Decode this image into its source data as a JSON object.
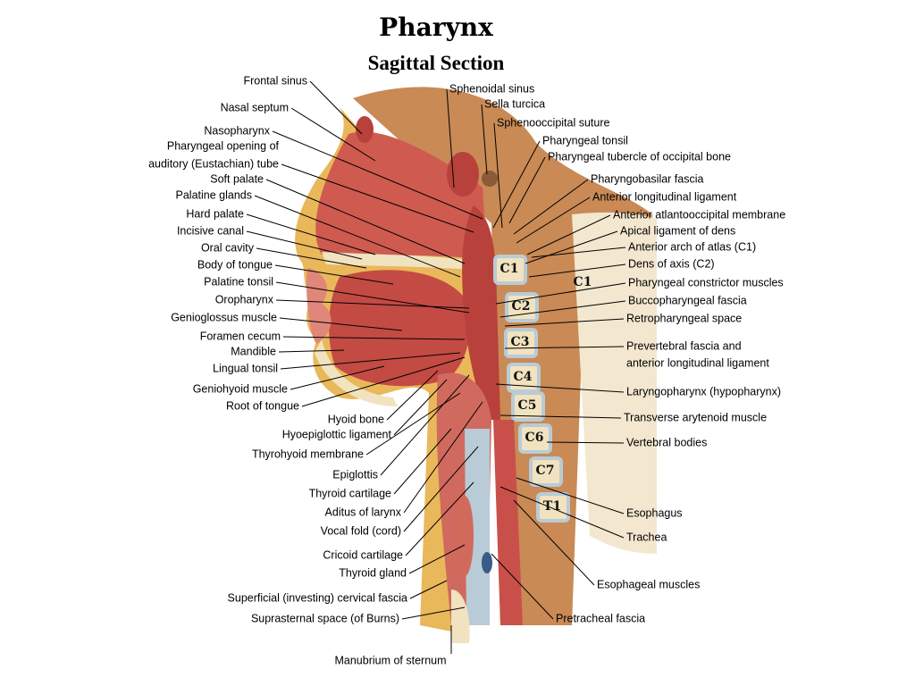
{
  "title": "Pharynx",
  "subtitle": "Sagittal Section",
  "labels_left": [
    "Frontal sinus",
    "Nasal septum",
    "Nasopharynx",
    "Pharyngeal opening of",
    "auditory (Eustachian) tube",
    "Soft palate",
    "Palatine glands",
    "Hard palate",
    "Incisive canal",
    "Oral cavity",
    "Body of tongue",
    "Palatine tonsil",
    "Oropharynx",
    "Genioglossus muscle",
    "Foramen cecum",
    "Mandible",
    "Lingual tonsil",
    "Geniohyoid muscle",
    "Root of tongue",
    "Hyoid bone",
    "Hyoepiglottic ligament",
    "Thyrohyoid membrane",
    "Epiglottis",
    "Thyroid cartilage",
    "Aditus of larynx",
    "Vocal fold (cord)",
    "Cricoid cartilage",
    "Thyroid gland",
    "Superficial (investing) cervical fascia",
    "Suprasternal space (of Burns)",
    "Manubrium of sternum"
  ],
  "labels_right": [
    "Sphenoidal sinus",
    "Sella turcica",
    "Sphenooccipital suture",
    "Pharyngeal tonsil",
    "Pharyngeal tubercle of occipital bone",
    "Pharyngobasilar fascia",
    "Anterior longitudinal ligament",
    "Anterior atlantooccipital membrane",
    "Apical ligament of dens",
    "Anterior arch of atlas (C1)",
    "Dens of axis (C2)",
    "Pharyngeal constrictor muscles",
    "Buccopharyngeal fascia",
    "Retropharyngeal space",
    "Prevertebral fascia and",
    "anterior longitudinal ligament",
    "Laryngopharynx (hypopharynx)",
    "Transverse arytenoid muscle",
    "Vertebral bodies",
    "Esophagus",
    "Trachea",
    "Esophageal muscles",
    "Pretracheal fascia"
  ],
  "vertebrae": [
    "C1",
    "C1",
    "C2",
    "C3",
    "C4",
    "C5",
    "C6",
    "C7",
    "T1"
  ],
  "colors": {
    "muscle": "#c9504a",
    "muscle_light": "#e0867a",
    "bone": "#f1e3bf",
    "skin": "#e9b85a",
    "brain": "#c98a55",
    "cartilage": "#b9cbd6"
  }
}
